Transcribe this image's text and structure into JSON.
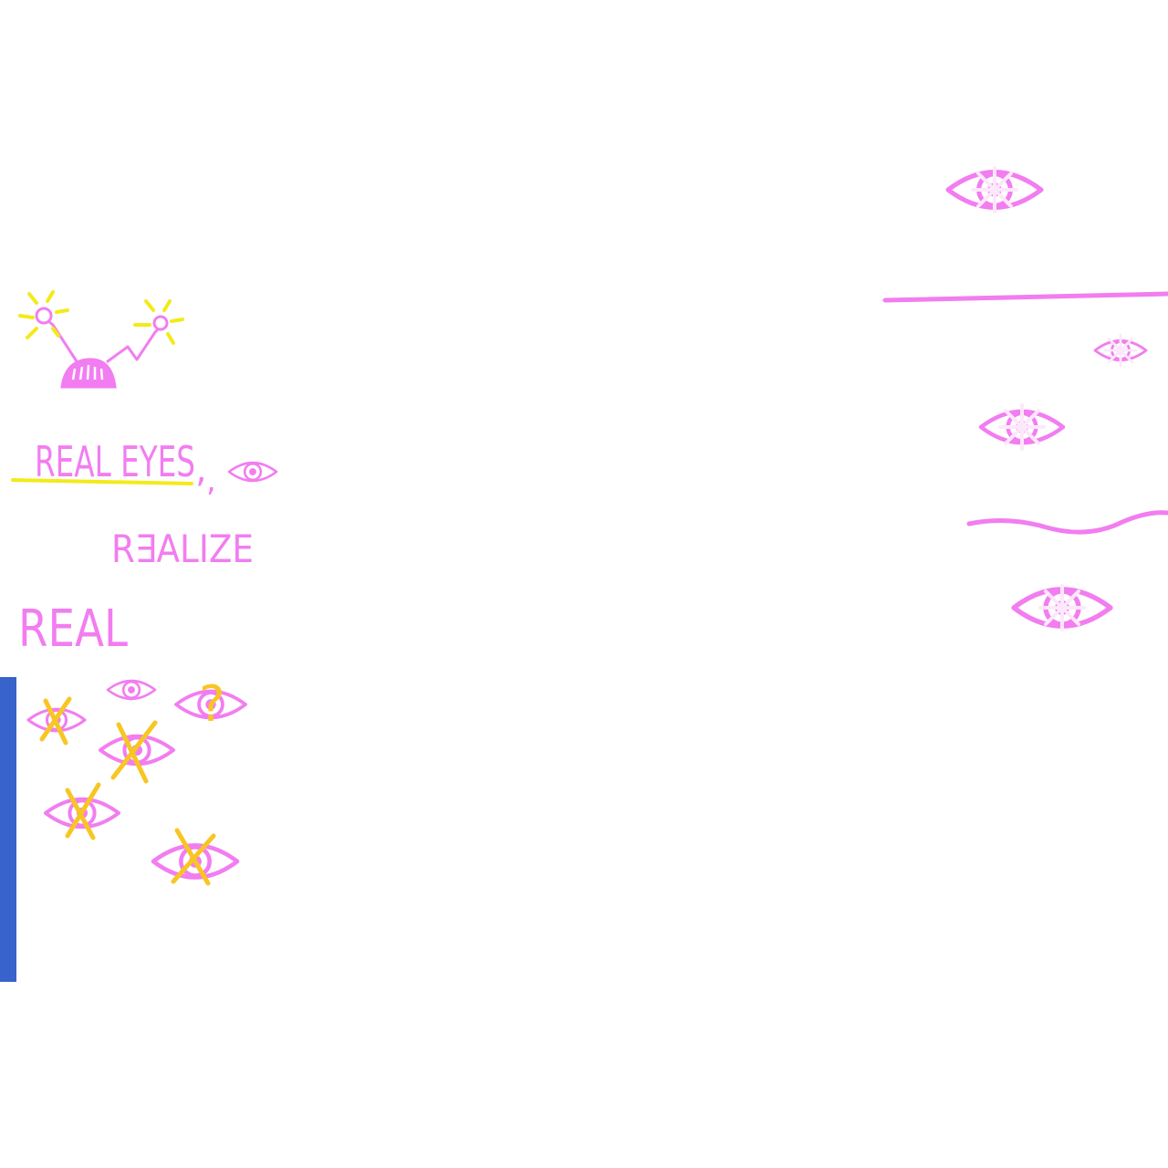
{
  "colors": {
    "pink": "#f27df0",
    "yellow": "#f3ea1a",
    "amber": "#f7c623",
    "blue": "#3862cc",
    "background": "#ffffff"
  },
  "text": {
    "real_eyes": "REAL EYES",
    "comma": ",",
    "realize": "R∃ALIZE",
    "real": "REAL",
    "question_mark": "?"
  },
  "icons": {
    "antenna_creature": "antenna-creature-icon",
    "eye": "eye-icon",
    "crossed_eye": "crossed-out-eye-icon",
    "questioning_eye": "question-eye-icon",
    "sparkle_eye": "sparkle-eye-icon"
  }
}
